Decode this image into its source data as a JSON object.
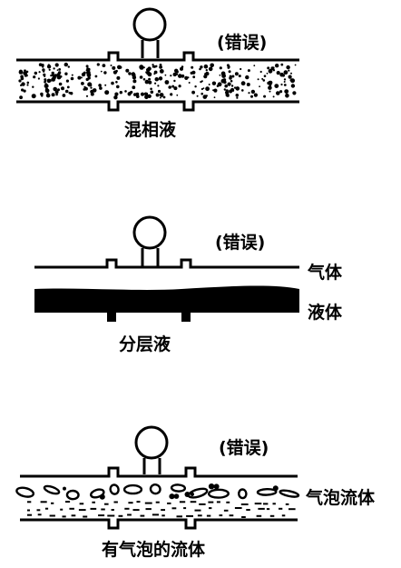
{
  "panels": [
    {
      "error_label": "(错误)",
      "caption": "混相液",
      "side_labels": []
    },
    {
      "error_label": "(错误)",
      "caption": "分层液",
      "side_labels": [
        "气体",
        "液体"
      ]
    },
    {
      "error_label": "(错误)",
      "caption": "有气泡的流体",
      "side_labels": [
        "气泡流体"
      ]
    }
  ],
  "colors": {
    "ink": "#000000",
    "background": "#ffffff"
  }
}
